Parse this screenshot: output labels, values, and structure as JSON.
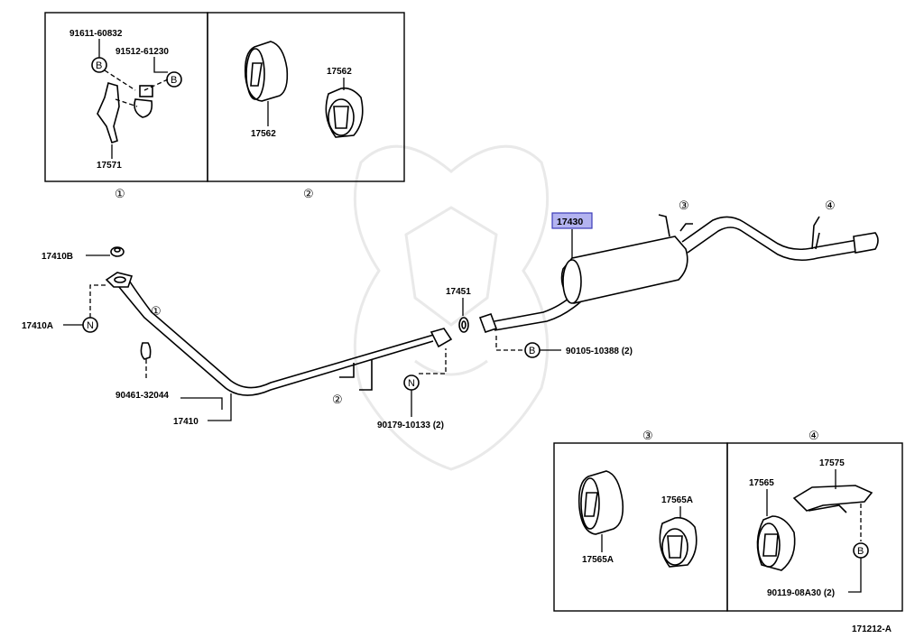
{
  "diagram": {
    "ref_code": "171212-A",
    "highlighted_part": "17430",
    "inset_1": {
      "marker": "①",
      "labels": [
        "91611-60832",
        "91512-61230",
        "17571"
      ],
      "circles": [
        "B",
        "B"
      ]
    },
    "inset_2": {
      "marker": "②",
      "labels": [
        "17562",
        "17562"
      ]
    },
    "inset_3": {
      "marker": "③",
      "labels": [
        "17565A",
        "17565A"
      ]
    },
    "inset_4": {
      "marker": "④",
      "labels": [
        "17565",
        "17575",
        "90119-08A30 (2)"
      ],
      "circles": [
        "B"
      ]
    },
    "main": {
      "labels": {
        "p17410B": "17410B",
        "p17410A": "17410A",
        "p90461": "90461-32044",
        "p17410": "17410",
        "p17451": "17451",
        "p90179": "90179-10133 (2)",
        "p90105": "90105-10388 (2)",
        "p17430": "17430"
      },
      "circles": {
        "n1": "N",
        "n2": "N",
        "b1": "B"
      },
      "markers": {
        "m1": "①",
        "m2": "②",
        "m3": "③",
        "m4": "④"
      }
    }
  }
}
